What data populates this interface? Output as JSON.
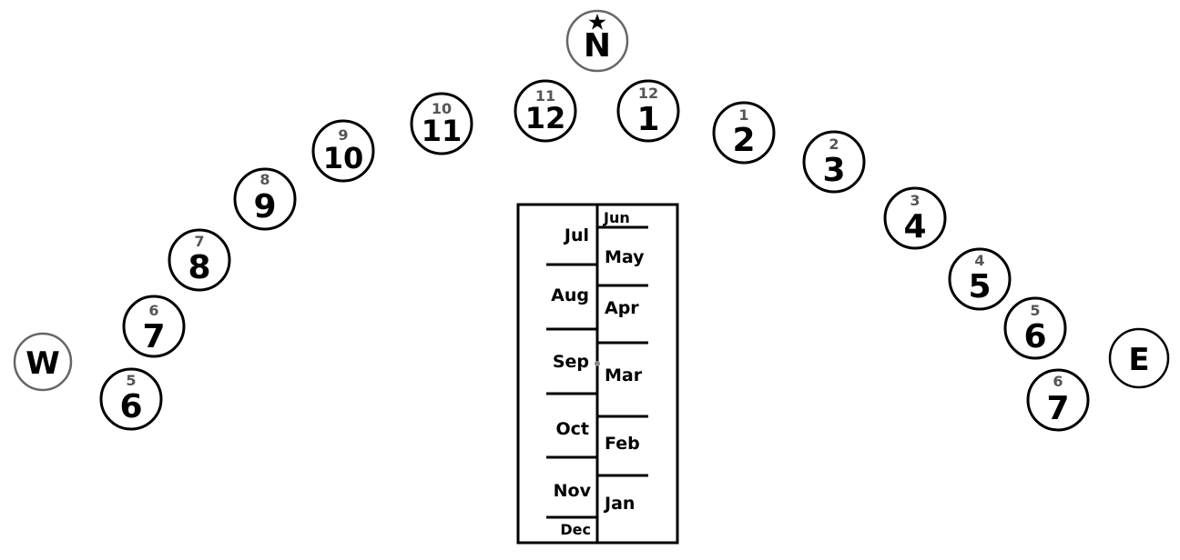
{
  "colors": {
    "ink": "#000000",
    "cardinal_ring": "#666666",
    "standard_time_number": "#555555",
    "background": "#ffffff"
  },
  "cardinals": [
    {
      "id": "north",
      "letter": "N",
      "ring_color": "#666666",
      "icon": "star-icon"
    },
    {
      "id": "west",
      "letter": "W",
      "ring_color": "#666666"
    },
    {
      "id": "east",
      "letter": "E",
      "ring_color": "#000000"
    }
  ],
  "hour_markers": [
    {
      "big": "6",
      "small": "5"
    },
    {
      "big": "7",
      "small": "6"
    },
    {
      "big": "8",
      "small": "7"
    },
    {
      "big": "9",
      "small": "8"
    },
    {
      "big": "10",
      "small": "9"
    },
    {
      "big": "11",
      "small": "10"
    },
    {
      "big": "12",
      "small": "11"
    },
    {
      "big": "1",
      "small": "12"
    },
    {
      "big": "2",
      "small": "1"
    },
    {
      "big": "3",
      "small": "2"
    },
    {
      "big": "4",
      "small": "3"
    },
    {
      "big": "5",
      "small": "4"
    },
    {
      "big": "6",
      "small": "5"
    },
    {
      "big": "7",
      "small": "6"
    }
  ],
  "month_scale": {
    "left_column": [
      "Jul",
      "Aug",
      "Sep",
      "Oct",
      "Nov",
      "Dec"
    ],
    "right_column": [
      "Jun",
      "May",
      "Apr",
      "Mar",
      "Feb",
      "Jan"
    ]
  }
}
